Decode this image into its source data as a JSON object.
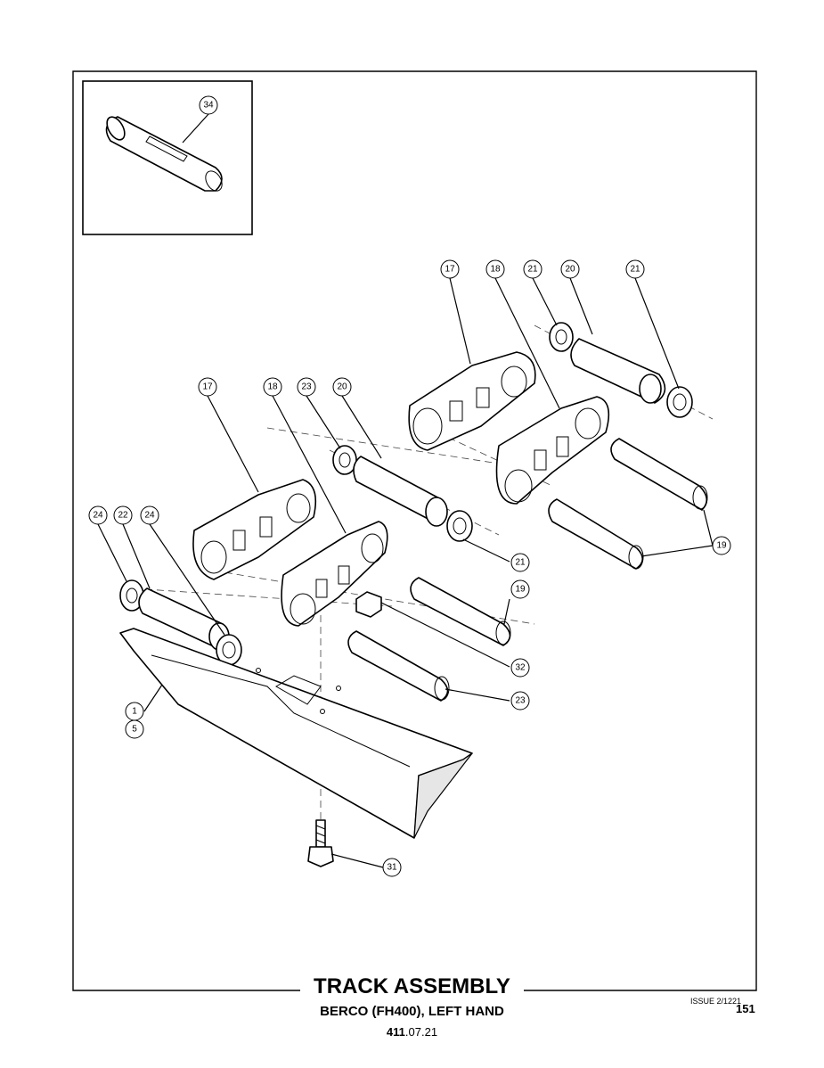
{
  "title": "TRACK ASSEMBLY",
  "subtitle": "BERCO (FH400), LEFT HAND",
  "document": {
    "number_bold": "411",
    "number_rest": ".07.21"
  },
  "issue": "ISSUE 2/1221",
  "page_number": "151",
  "callouts": {
    "inset_pin": "34",
    "link_rear": "17",
    "link_front_rear": "18",
    "seal_rear_a": "21",
    "bushing_rear": "20",
    "seal_rear_b": "21",
    "link_front": "17",
    "link_front_b": "18",
    "seal_front": "23",
    "bushing_front": "20",
    "seal_left_a": "24",
    "bushing_left": "22",
    "seal_left_b": "24",
    "seal_mid": "21",
    "pin_rear": "19",
    "pin_front": "19",
    "nut": "32",
    "pin_master": "23",
    "shoe_a": "1",
    "shoe_b": "5",
    "bolt": "31"
  }
}
